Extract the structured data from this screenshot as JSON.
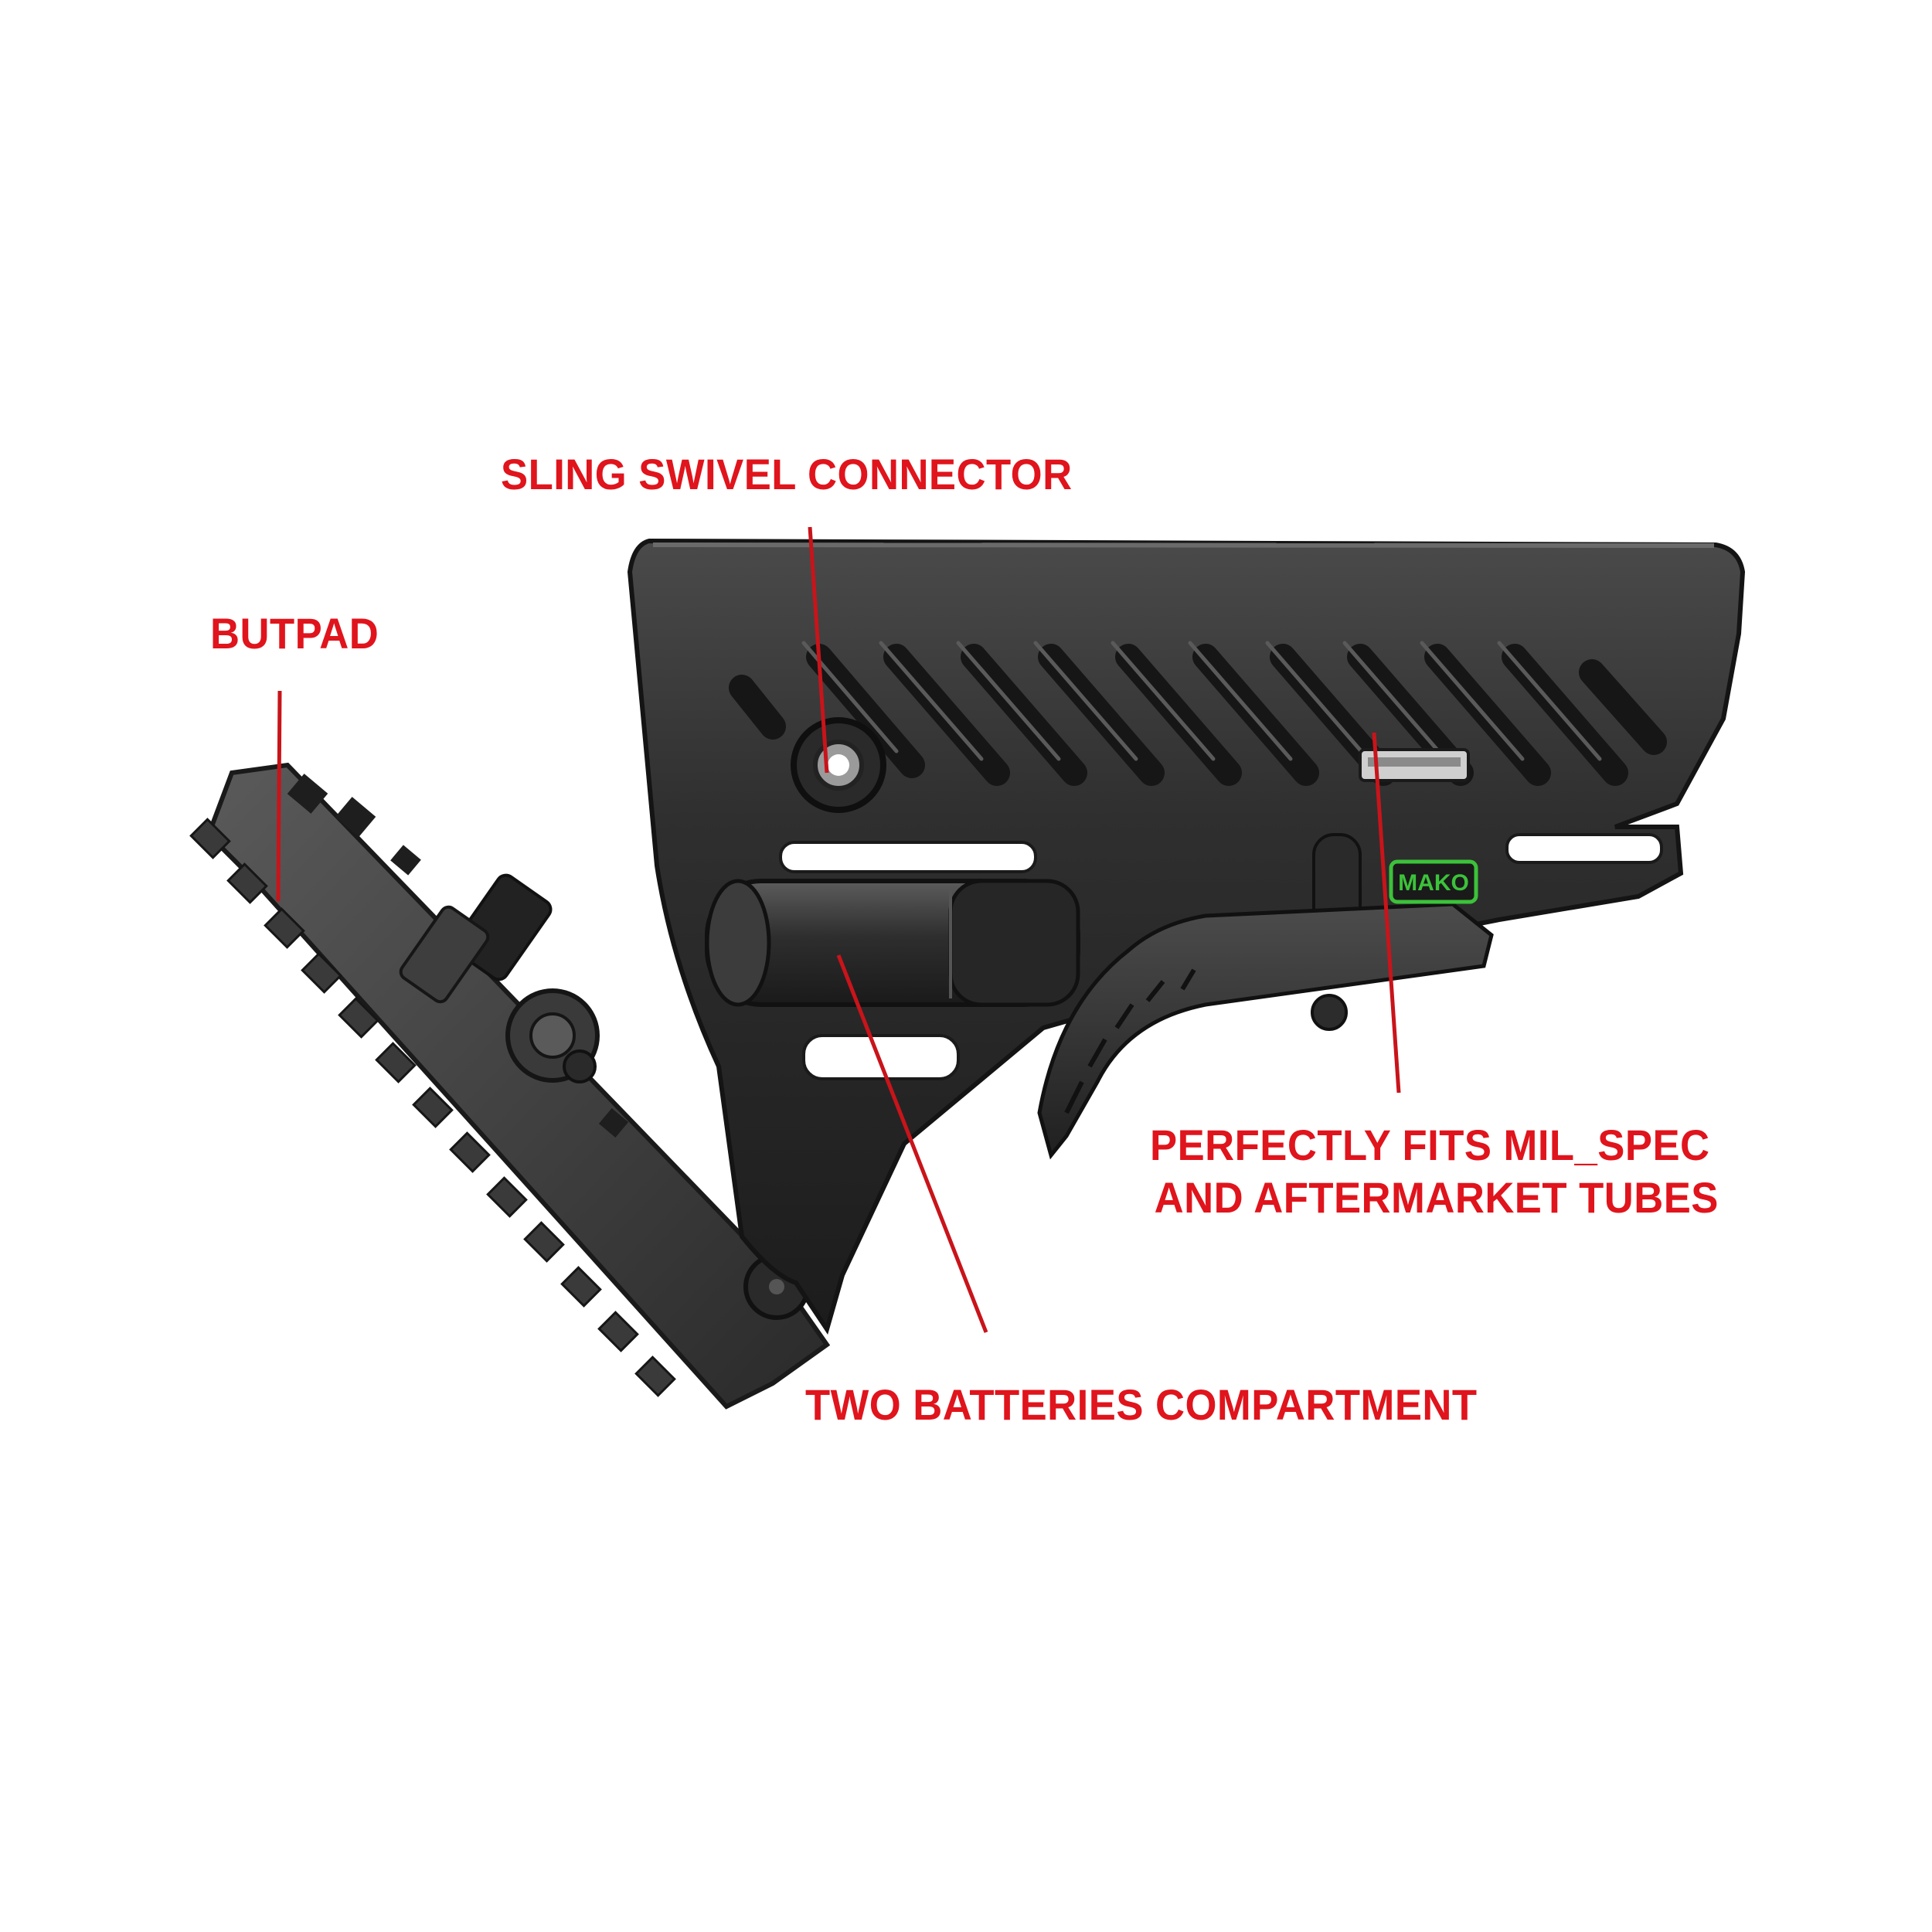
{
  "labels": {
    "sling_swivel": "SLING SWIVEL CONNECTOR",
    "butpad": "BUTPAD",
    "fits_line1": "PERFECTLY FITS MIL_SPEC",
    "fits_line2": "AND AFTERMARKET TUBES",
    "batteries": "TWO BATTERIES COMPARTMENT"
  },
  "logo": {
    "text": "MAKO"
  },
  "colors": {
    "callout_text": "#e0141c",
    "leader_line": "#c8141a",
    "background": "#ffffff",
    "stock_body": "#2a2a2a",
    "logo_accent": "#3cc23a"
  }
}
